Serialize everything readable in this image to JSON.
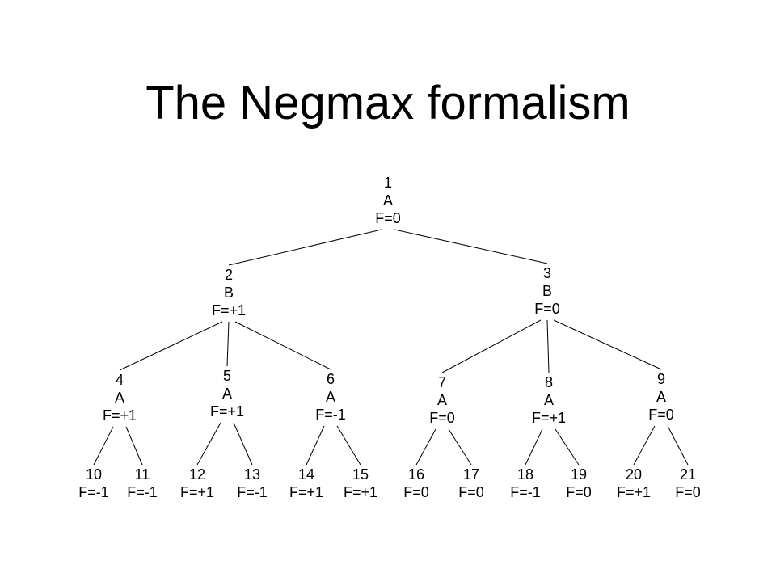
{
  "title": "The Negmax formalism",
  "nodes": [
    {
      "id": "1",
      "lines": [
        "1",
        "A",
        "F=0"
      ]
    },
    {
      "id": "2",
      "lines": [
        "2",
        "B",
        "F=+1"
      ]
    },
    {
      "id": "3",
      "lines": [
        "3",
        "B",
        "F=0"
      ]
    },
    {
      "id": "4",
      "lines": [
        "4",
        "A",
        "F=+1"
      ]
    },
    {
      "id": "5",
      "lines": [
        "5",
        "A",
        "F=+1"
      ]
    },
    {
      "id": "6",
      "lines": [
        "6",
        "A",
        "F=-1"
      ]
    },
    {
      "id": "7",
      "lines": [
        "7",
        "A",
        "F=0"
      ]
    },
    {
      "id": "8",
      "lines": [
        "8",
        "A",
        "F=+1"
      ]
    },
    {
      "id": "9",
      "lines": [
        "9",
        "A",
        "F=0"
      ]
    },
    {
      "id": "10",
      "lines": [
        "10",
        "F=-1"
      ]
    },
    {
      "id": "11",
      "lines": [
        "11",
        "F=-1"
      ]
    },
    {
      "id": "12",
      "lines": [
        "12",
        "F=+1"
      ]
    },
    {
      "id": "13",
      "lines": [
        "13",
        "F=-1"
      ]
    },
    {
      "id": "14",
      "lines": [
        "14",
        "F=+1"
      ]
    },
    {
      "id": "15",
      "lines": [
        "15",
        "F=+1"
      ]
    },
    {
      "id": "16",
      "lines": [
        "16",
        "F=0"
      ]
    },
    {
      "id": "17",
      "lines": [
        "17",
        "F=0"
      ]
    },
    {
      "id": "18",
      "lines": [
        "18",
        "F=-1"
      ]
    },
    {
      "id": "19",
      "lines": [
        "19",
        "F=0"
      ]
    },
    {
      "id": "20",
      "lines": [
        "20",
        "F=+1"
      ]
    },
    {
      "id": "21",
      "lines": [
        "21",
        "F=0"
      ]
    }
  ],
  "edges": [
    [
      "1",
      "2"
    ],
    [
      "1",
      "3"
    ],
    [
      "2",
      "4"
    ],
    [
      "2",
      "5"
    ],
    [
      "2",
      "6"
    ],
    [
      "3",
      "7"
    ],
    [
      "3",
      "8"
    ],
    [
      "3",
      "9"
    ],
    [
      "4",
      "10"
    ],
    [
      "4",
      "11"
    ],
    [
      "5",
      "12"
    ],
    [
      "5",
      "13"
    ],
    [
      "6",
      "14"
    ],
    [
      "6",
      "15"
    ],
    [
      "7",
      "16"
    ],
    [
      "7",
      "17"
    ],
    [
      "8",
      "18"
    ],
    [
      "8",
      "19"
    ],
    [
      "9",
      "20"
    ],
    [
      "9",
      "21"
    ]
  ]
}
